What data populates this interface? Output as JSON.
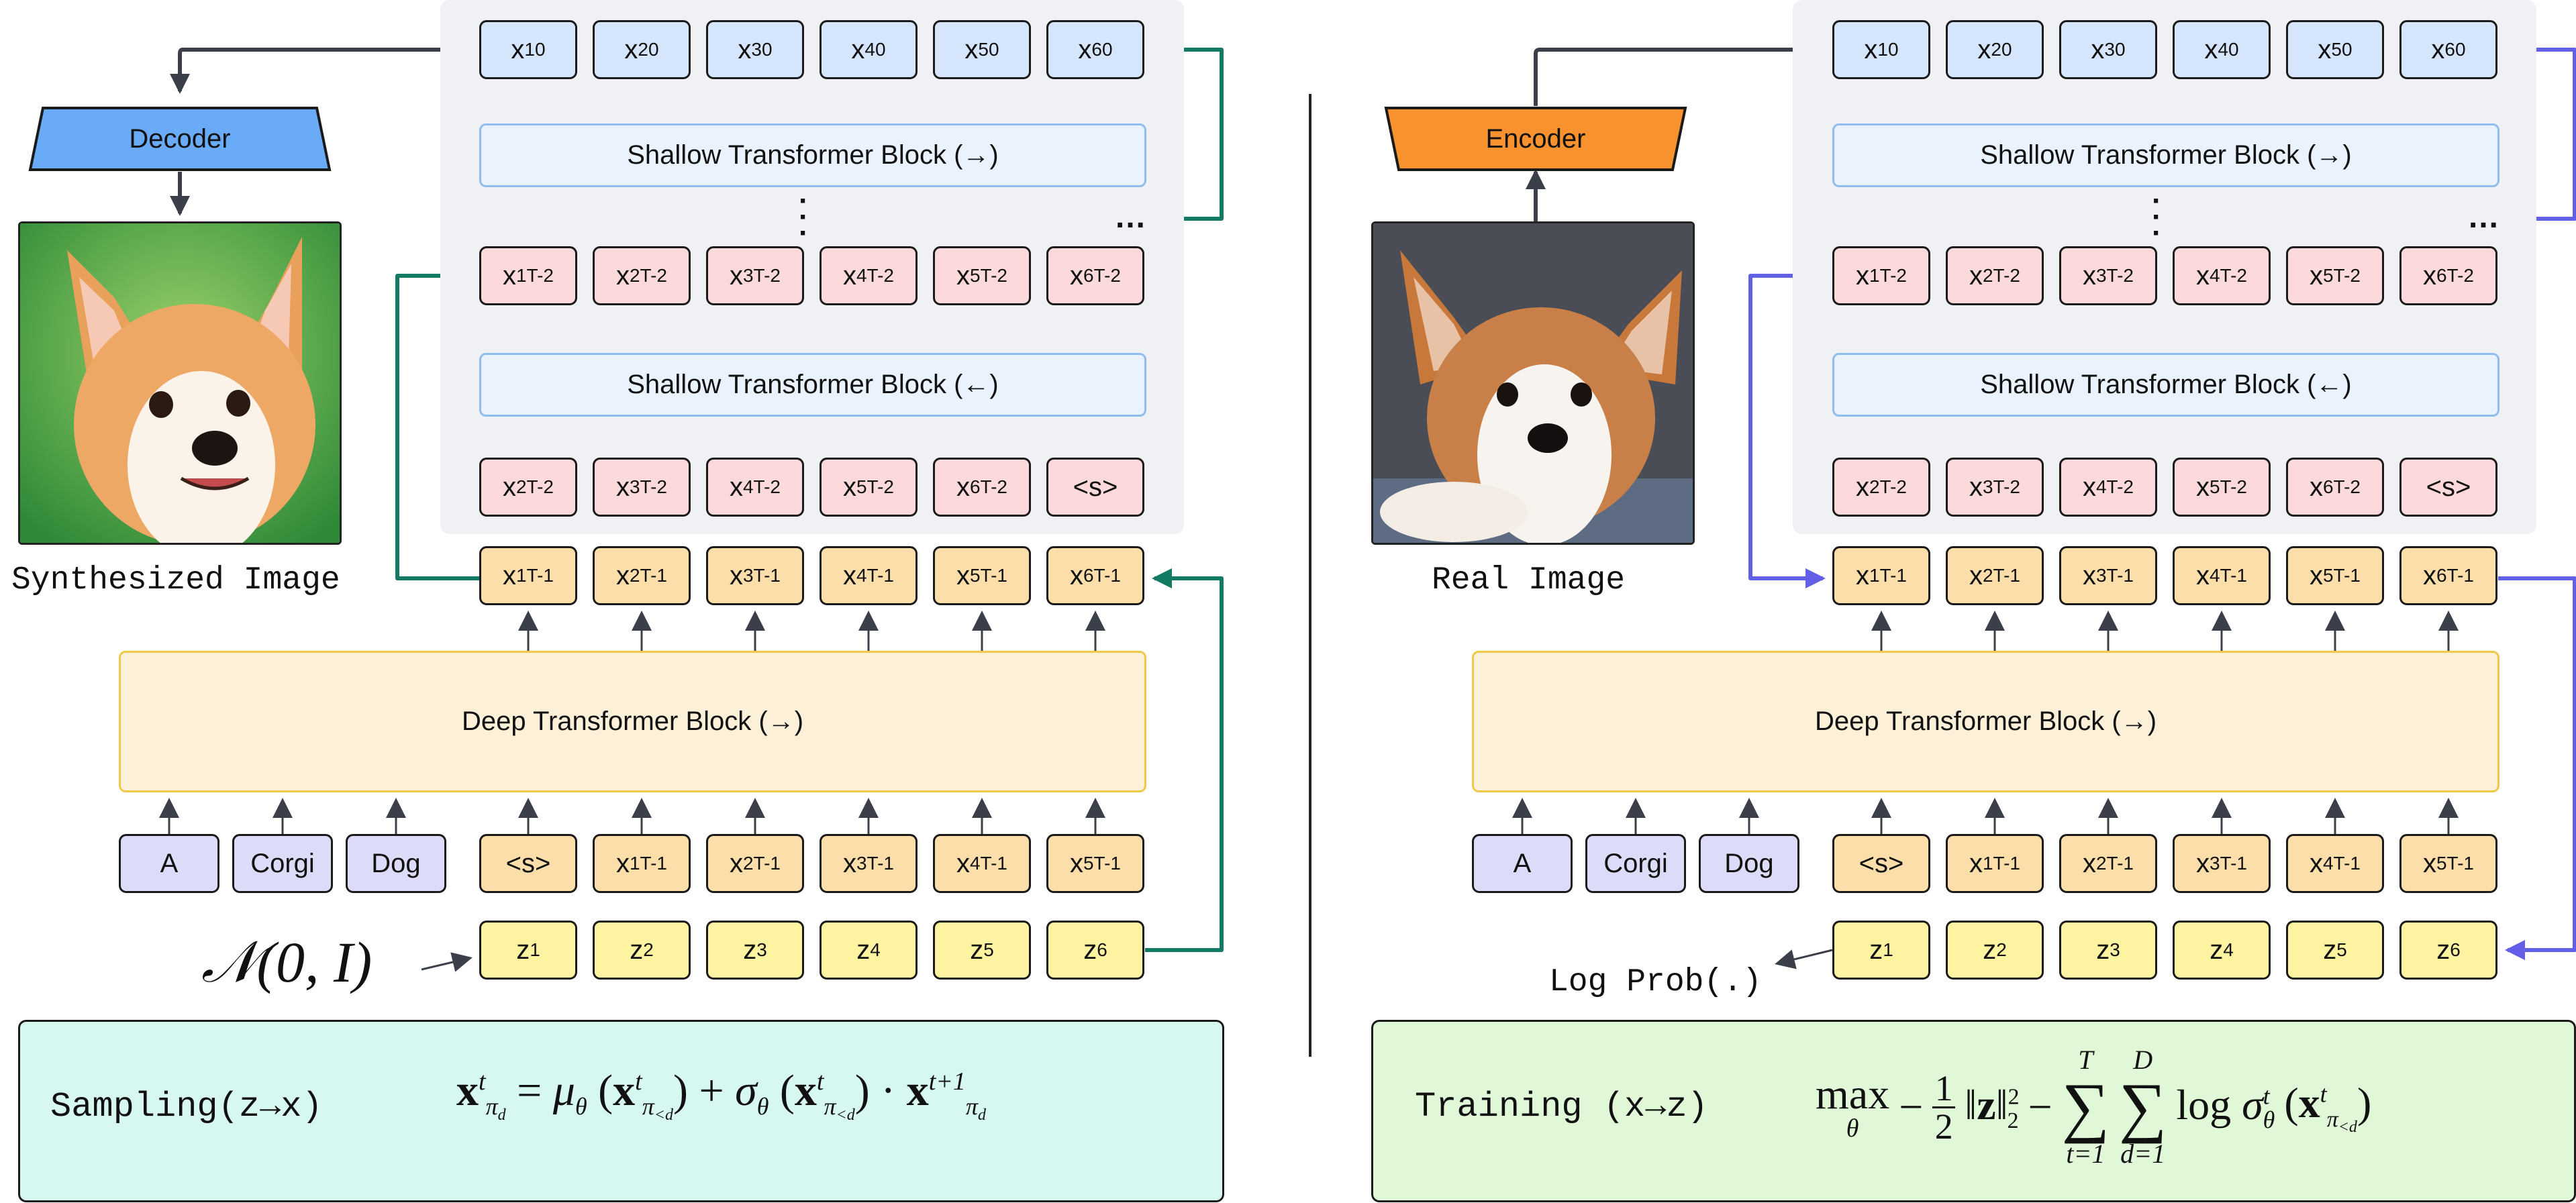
{
  "left": {
    "decoder_label": "Decoder",
    "caption": "Synthesized Image",
    "noise_label": "𝒩(0, I)",
    "formula_title": "Sampling(z→x)"
  },
  "right": {
    "encoder_label": "Encoder",
    "caption": "Real Image",
    "logprob_label": "Log Prob(.)",
    "formula_title": "Training (x→z)"
  },
  "blocks": {
    "shallow_forward": "Shallow Transformer Block (→)",
    "shallow_backward": "Shallow Transformer Block (←)",
    "deep_forward": "Deep Transformer Block (→)"
  },
  "rows": {
    "x0": [
      "x1^0",
      "x2^0",
      "x3^0",
      "x4^0",
      "x5^0",
      "x6^0"
    ],
    "xT2": [
      "x1^T-2",
      "x2^T-2",
      "x3^T-2",
      "x4^T-2",
      "x5^T-2",
      "x6^T-2"
    ],
    "xT2_shift": [
      "x2^T-2",
      "x3^T-2",
      "x4^T-2",
      "x5^T-2",
      "x6^T-2",
      "<s>"
    ],
    "xT1": [
      "x1^T-1",
      "x2^T-1",
      "x3^T-1",
      "x4^T-1",
      "x5^T-1",
      "x6^T-1"
    ],
    "input": [
      "<s>",
      "x1^T-1",
      "x2^T-1",
      "x3^T-1",
      "x4^T-1",
      "x5^T-1"
    ],
    "z": [
      "z1",
      "z2",
      "z3",
      "z4",
      "z5",
      "z6"
    ],
    "text": [
      "A",
      "Corgi",
      "Dog"
    ]
  },
  "colors": {
    "green_arrow": "#137a63",
    "purple_arrow": "#6160e6",
    "dark_arrow": "#3a3f4a",
    "decoder": "#6aabf7",
    "encoder": "#f7922f",
    "sampling_bg": "#d7f8f0",
    "training_bg": "#e0f8d8"
  }
}
